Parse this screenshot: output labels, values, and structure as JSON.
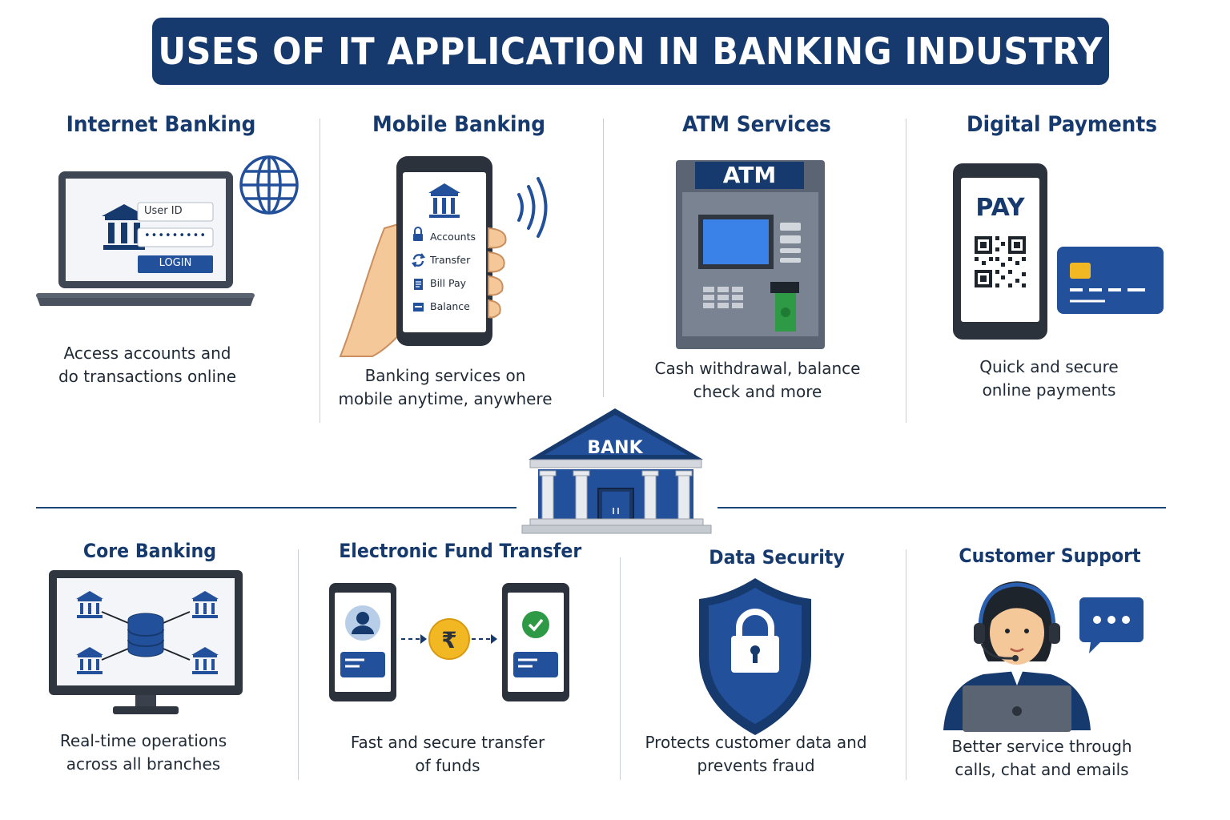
{
  "header": {
    "title": "USES OF IT APPLICATION IN BANKING INDUSTRY"
  },
  "colors": {
    "navy": "#163a6e",
    "blue": "#23509a",
    "gray": "#3f4754",
    "green": "#2e9a45",
    "gold": "#f2b824",
    "skin": "#f5c89a"
  },
  "sections": {
    "internet_banking": {
      "title": "Internet Banking",
      "desc_line1": "Access accounts and",
      "desc_line2": "do transactions online",
      "user_id_label": "User ID",
      "password_mask": "•••••••••",
      "login_label": "LOGIN",
      "icons": [
        "laptop-icon",
        "bank-icon",
        "globe-icon"
      ]
    },
    "mobile_banking": {
      "title": "Mobile Banking",
      "desc_line1": "Banking services on",
      "desc_line2": "mobile anytime, anywhere",
      "menu": [
        {
          "icon": "lock-icon",
          "label": "Accounts"
        },
        {
          "icon": "refresh-icon",
          "label": "Transfer"
        },
        {
          "icon": "document-icon",
          "label": "Bill Pay"
        },
        {
          "icon": "card-icon",
          "label": "Balance"
        }
      ]
    },
    "atm_services": {
      "title": "ATM Services",
      "atm_label": "ATM",
      "desc_line1": "Cash withdrawal, balance",
      "desc_line2": "check and more"
    },
    "digital_payments": {
      "title": "Digital Payments",
      "pay_label": "PAY",
      "desc_line1": "Quick and secure",
      "desc_line2": "online payments"
    },
    "center": {
      "bank_label": "BANK"
    },
    "core_banking": {
      "title": "Core Banking",
      "desc_line1": "Real-time operations",
      "desc_line2": "across all branches"
    },
    "eft": {
      "title": "Electronic Fund Transfer",
      "currency_symbol": "₹",
      "desc_line1": "Fast and secure transfer",
      "desc_line2": "of funds"
    },
    "data_security": {
      "title": "Data Security",
      "desc_line1": "Protects customer data and",
      "desc_line2": "prevents fraud"
    },
    "customer_support": {
      "title": "Customer Support",
      "desc_line1": "Better service through",
      "desc_line2": "calls, chat and emails"
    }
  }
}
